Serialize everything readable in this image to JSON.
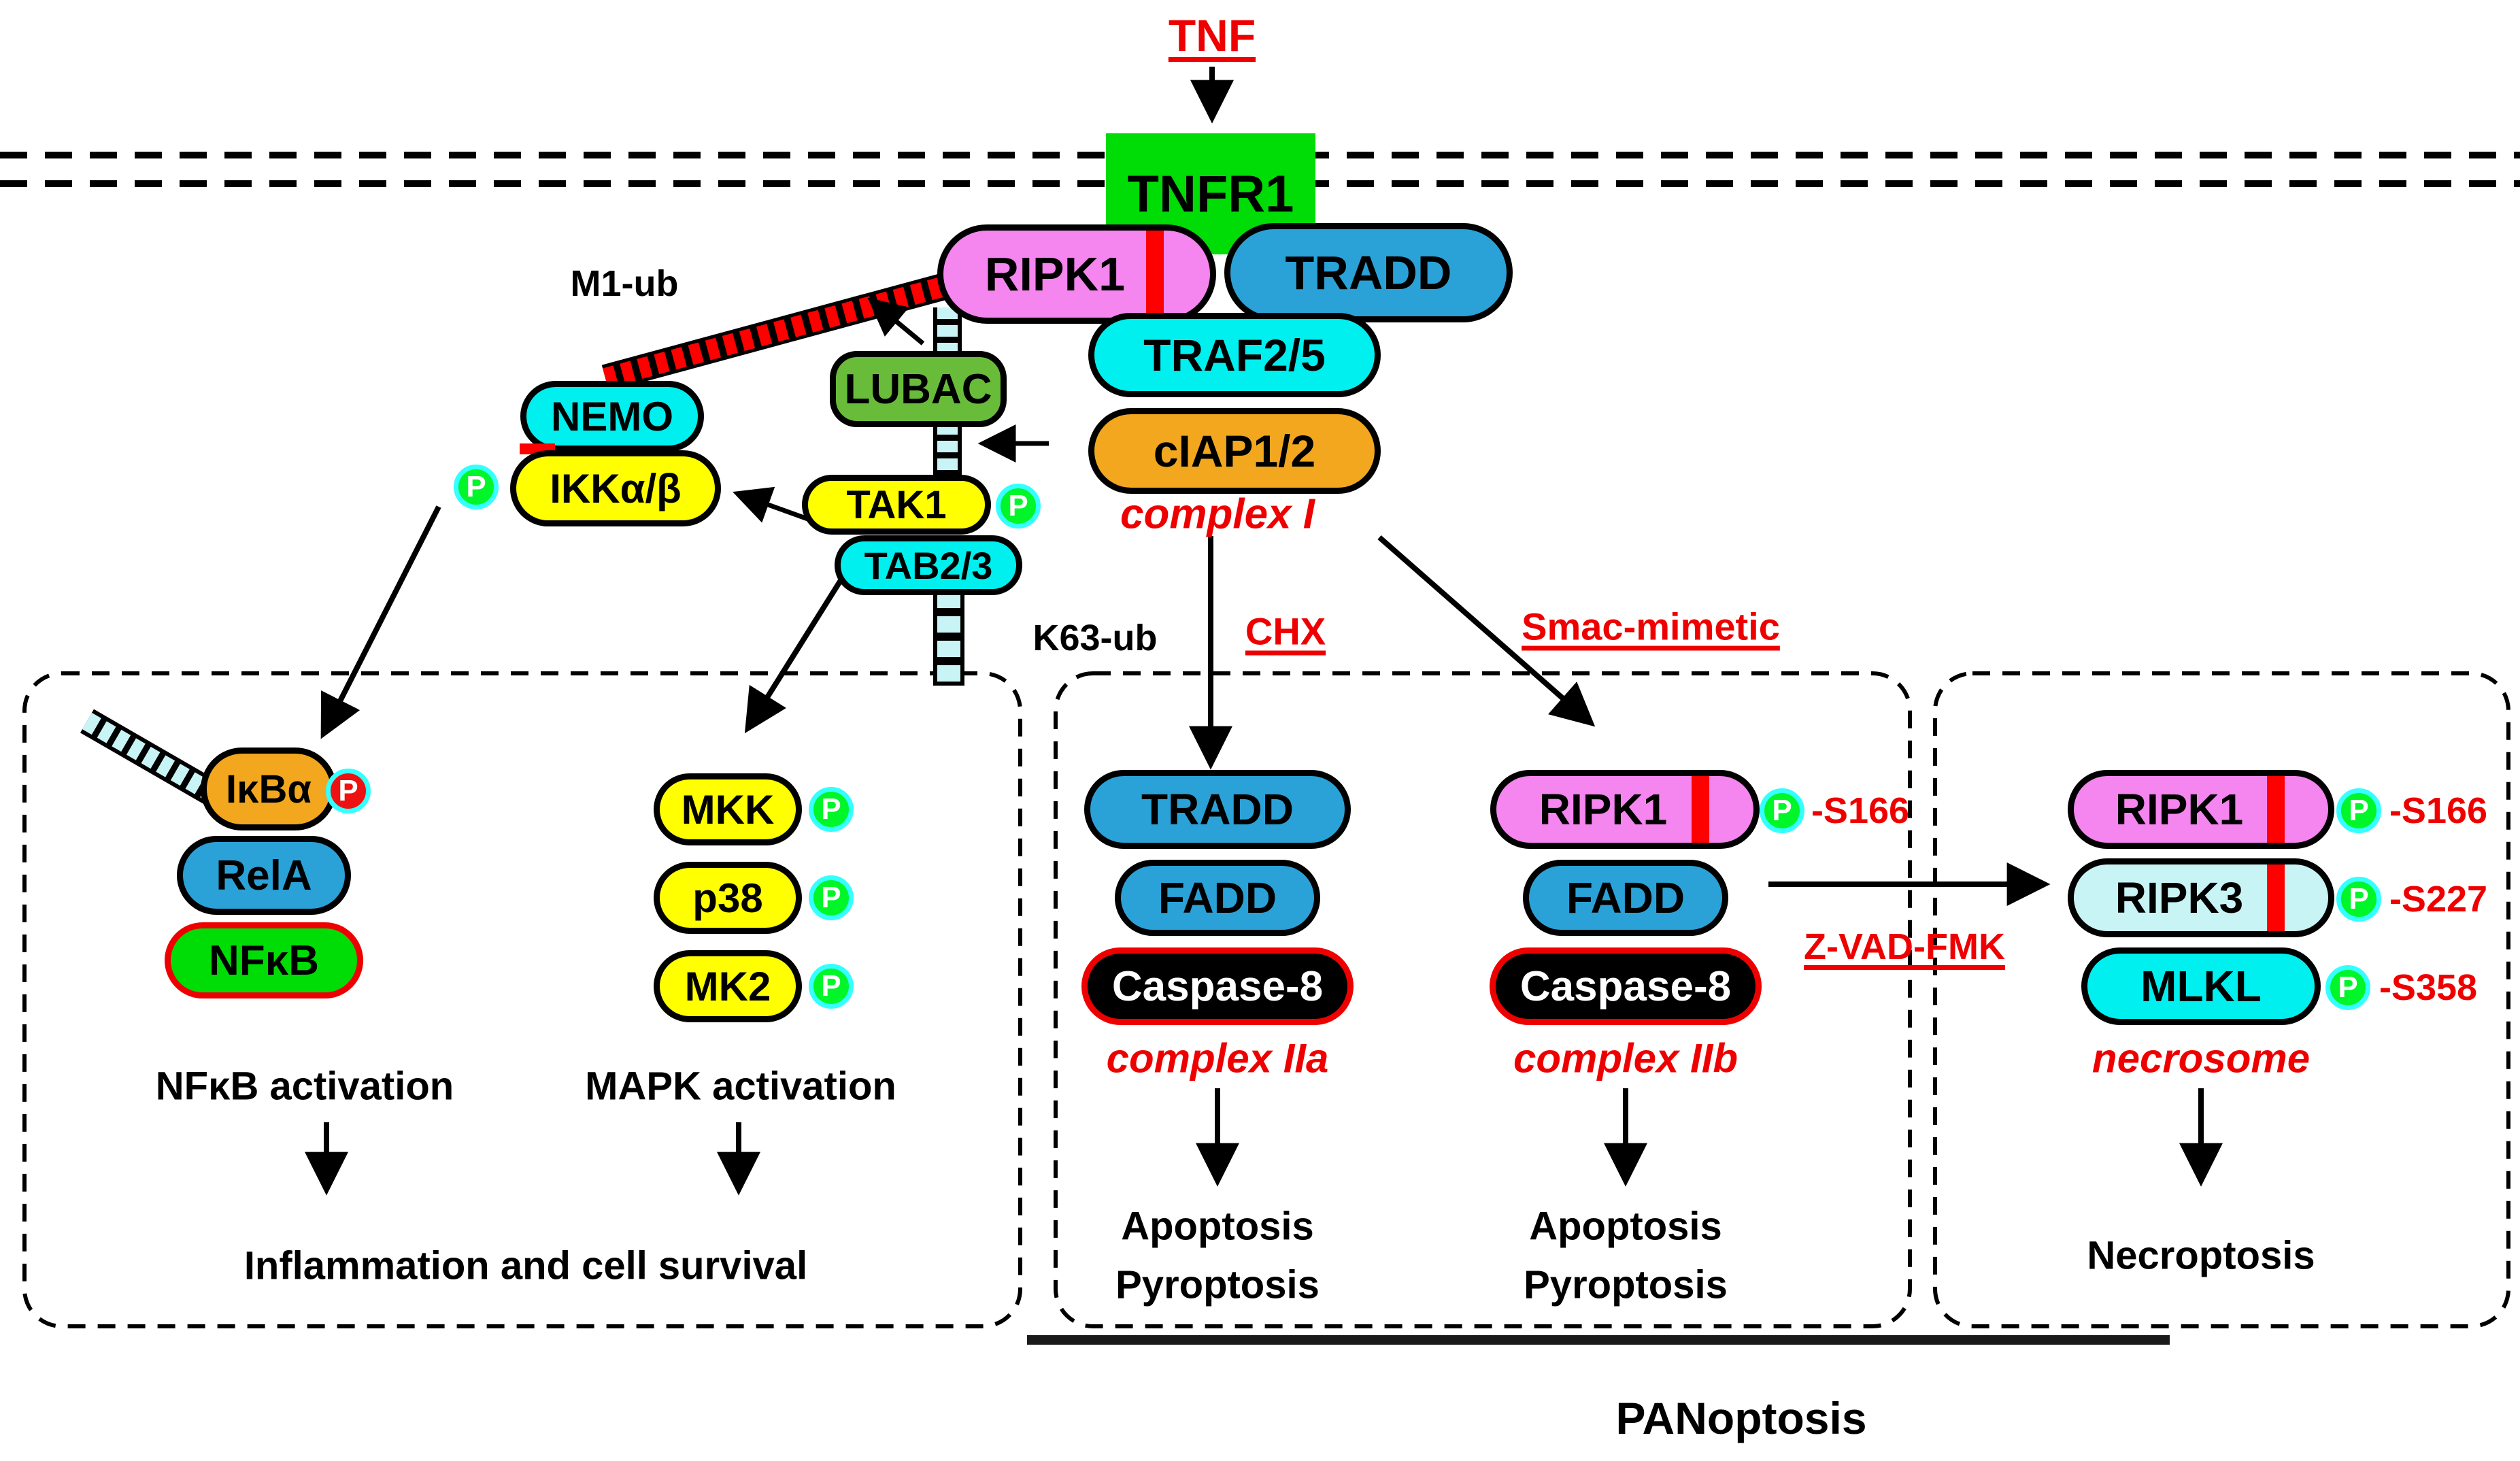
{
  "membrane": {
    "ligand": "TNF",
    "receptor": "TNFR1"
  },
  "complex1": {
    "label": "complex I",
    "ripk1": "RIPK1",
    "tradd": "TRADD",
    "traf25": "TRAF2/5",
    "ciap12": "cIAP1/2",
    "lubac": "LUBAC"
  },
  "ub": {
    "m1": "M1-ub",
    "k63": "K63-ub"
  },
  "kinase_axis": {
    "nemo": "NEMO",
    "ikk": "IKKα/β",
    "tak1": "TAK1",
    "tab23": "TAB2/3"
  },
  "badge": {
    "p": "P"
  },
  "treatments": {
    "chx": "CHX",
    "smac": "Smac-mimetic",
    "zvad": "Z-VAD-FMK"
  },
  "survival_branch": {
    "ikba": "IκBα",
    "rela": "RelA",
    "nfkb": "NFκB",
    "mkk": "MKK",
    "p38": "p38",
    "mk2": "MK2",
    "nfkb_activation": "NFκB activation",
    "mapk_activation": "MAPK activation",
    "outcome": "Inflammation and cell survival"
  },
  "complex2a": {
    "label": "complex IIa",
    "tradd": "TRADD",
    "fadd": "FADD",
    "caspase8": "Caspase-8",
    "outcome1": "Apoptosis",
    "outcome2": "Pyroptosis"
  },
  "complex2b": {
    "label": "complex IIb",
    "ripk1": "RIPK1",
    "fadd": "FADD",
    "caspase8": "Caspase-8",
    "site_ripk1": "-S166",
    "outcome1": "Apoptosis",
    "outcome2": "Pyroptosis"
  },
  "necrosome": {
    "label": "necrosome",
    "ripk1": "RIPK1",
    "ripk3": "RIPK3",
    "mlkl": "MLKL",
    "site_ripk1": "-S166",
    "site_ripk3": "-S227",
    "site_mlkl": "-S358",
    "outcome": "Necroptosis"
  },
  "footer": {
    "panoptosis": "PANoptosis"
  },
  "colors": {
    "red": "#EE0000",
    "receptor_green": "#00DC06",
    "nfkb_green": "#00E311",
    "phospho_green": "#00F629",
    "pink": "#F585EF",
    "blue": "#2AA2D8",
    "cyan": "#00EFEF",
    "pale_cyan": "#C9F4F6",
    "yellow": "#FFFF00",
    "orange": "#F2A71F",
    "lubac_green": "#68BC3A"
  }
}
